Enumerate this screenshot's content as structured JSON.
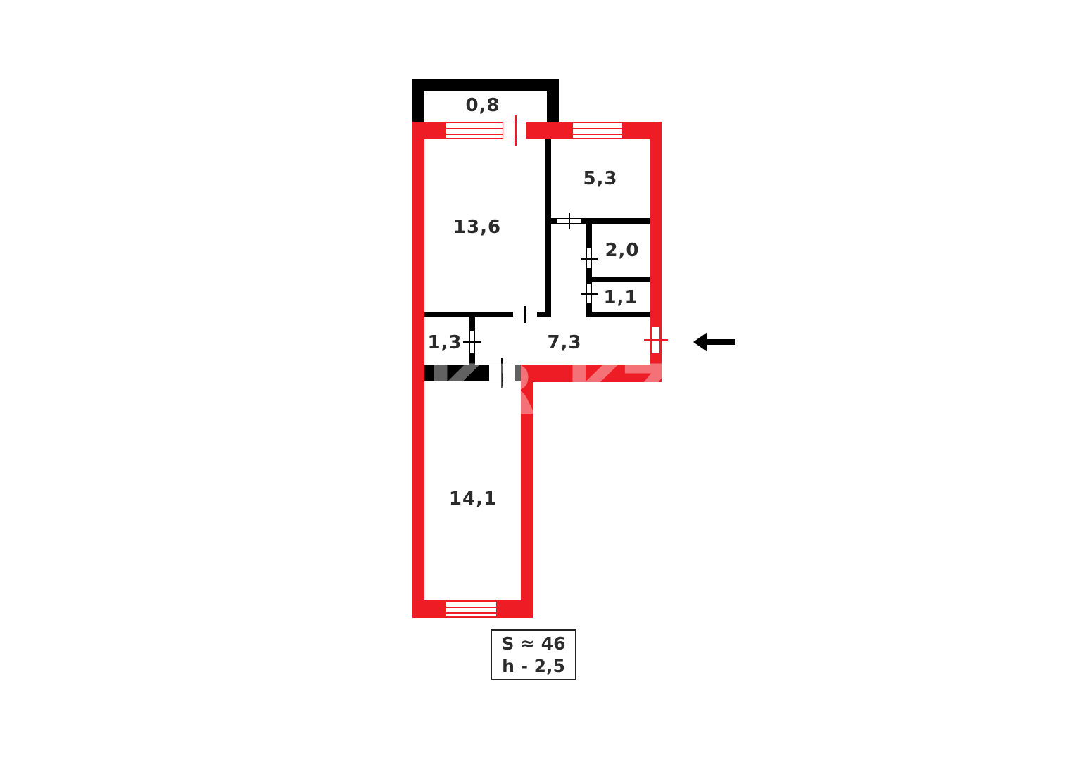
{
  "plan": {
    "rooms": [
      {
        "id": "balcony",
        "area": "0,8"
      },
      {
        "id": "room-1",
        "area": "13,6"
      },
      {
        "id": "kitchen",
        "area": "5,3"
      },
      {
        "id": "bathroom",
        "area": "2,0"
      },
      {
        "id": "toilet",
        "area": "1,1"
      },
      {
        "id": "storage",
        "area": "1,3"
      },
      {
        "id": "hallway",
        "area": "7,3"
      },
      {
        "id": "room-2",
        "area": "14,1"
      }
    ],
    "summary": {
      "total_area": "S ≈ 46",
      "ceiling_height": "h - 2,5"
    },
    "entrance_arrow": "arrow-left-icon",
    "watermark": "KR.KZ",
    "colors": {
      "exterior_wall": "#ee1c25",
      "interior_wall": "#000000",
      "text": "#2b2b2b"
    }
  }
}
